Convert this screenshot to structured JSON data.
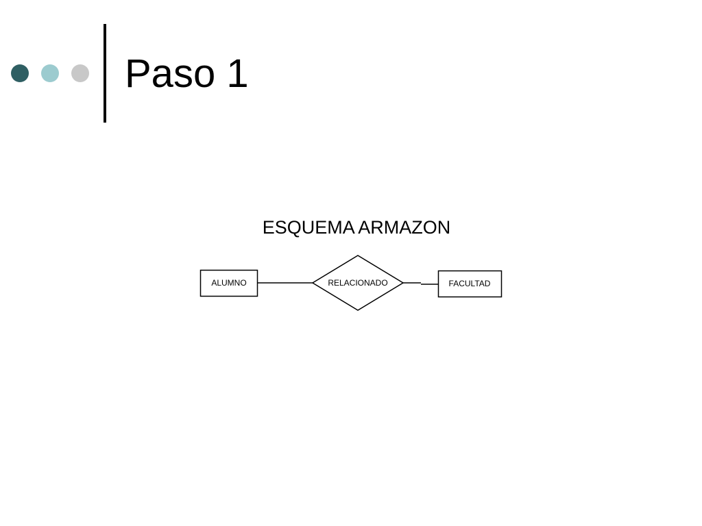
{
  "slide": {
    "title": "Paso 1"
  },
  "bullet_dots": {
    "colors": [
      "#2f5f63",
      "#9ccbcf",
      "#c8c8c8"
    ]
  },
  "diagram": {
    "title": "ESQUEMA ARMAZON",
    "entities": [
      {
        "id": "alumno",
        "label": "ALUMNO"
      },
      {
        "id": "facultad",
        "label": "FACULTAD"
      }
    ],
    "relationship": {
      "label": "RELACIONADO"
    }
  }
}
